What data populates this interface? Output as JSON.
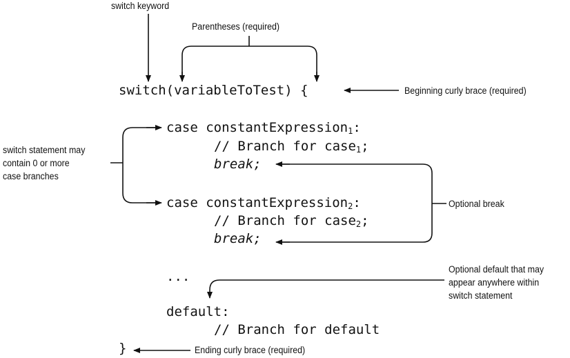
{
  "callouts": {
    "switch_keyword": "switch keyword",
    "parentheses": "Parentheses (required)",
    "beginning_brace": "Beginning curly brace (required)",
    "branches_line1": "switch statement may",
    "branches_line2": "contain 0 or more",
    "branches_line3": "case branches",
    "optional_break": "Optional break",
    "default_line1": "Optional default that may",
    "default_line2": "appear anywhere within",
    "default_line3": "switch statement",
    "ending_brace": "Ending curly brace (required)"
  },
  "code": {
    "switch_line": "switch(variableToTest) {",
    "case1_prefix": "case constantExpression",
    "case1_sub": "1",
    "case1_suffix": ":",
    "branch1_prefix": "// Branch for case",
    "branch1_sub": "1",
    "branch1_suffix": ";",
    "break1": "break;",
    "case2_prefix": "case constantExpression",
    "case2_sub": "2",
    "case2_suffix": ":",
    "branch2_prefix": "// Branch for case",
    "branch2_sub": "2",
    "branch2_suffix": ";",
    "break2": "break;",
    "ellipsis": "...",
    "default_line": "default:",
    "default_branch": "// Branch for default",
    "closing_brace": "}"
  }
}
